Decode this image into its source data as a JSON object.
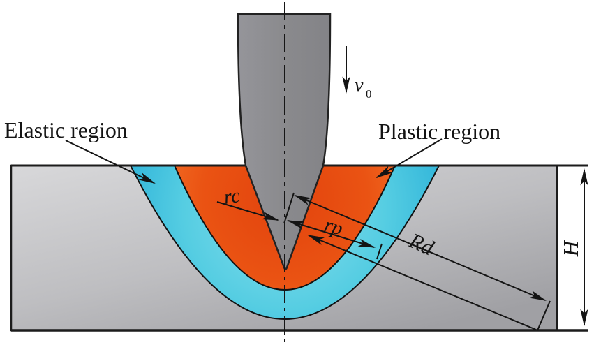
{
  "labels": {
    "elastic_region": "Elastic region",
    "plastic_region": "Plastic region",
    "contact_radius": "rc",
    "plastic_radius": "rp",
    "elastic_radius": "Rd",
    "indenter_velocity": "v",
    "indenter_velocity_subscript": "0",
    "substrate_thickness": "H"
  },
  "colors": {
    "plastic_region": "#e8500f",
    "elastic_region": "#3fc6de",
    "indenter": "#8a8a8d",
    "substrate_light": "#d5d5d7",
    "substrate_dark": "#a4a4a7",
    "outline": "#1a1a1a",
    "background": "#ffffff"
  }
}
